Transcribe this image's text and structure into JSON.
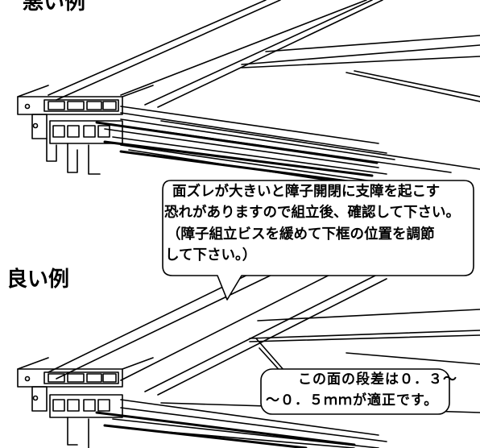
{
  "bad_example": {
    "title": "悪い例"
  },
  "good_example": {
    "title": "良い例"
  },
  "warning_callout": {
    "lines": [
      "面ズレが大きいと障子開閉に支障を起こす",
      "恐れがありますので組立後、確認して下さい。",
      "（障子組立ビスを緩めて下框の位置を調節",
      "して下さい。）"
    ]
  },
  "step_note_callout": {
    "lines": [
      "この面の段差は０．３～",
      "～０．５ｍｍが適正です。"
    ]
  }
}
